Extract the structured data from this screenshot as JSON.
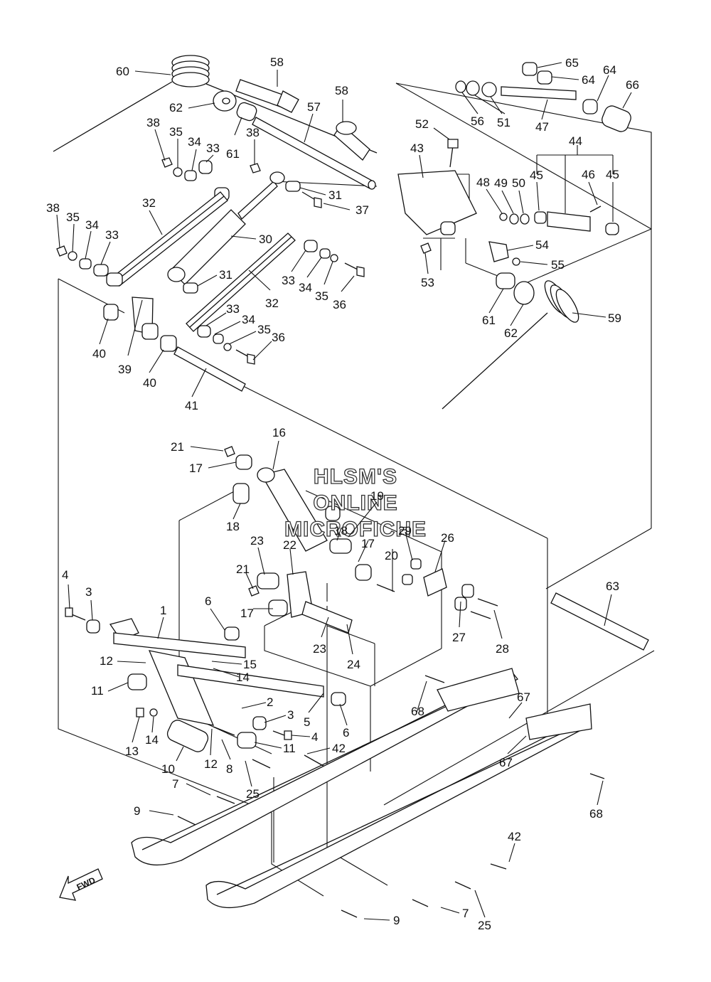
{
  "watermark": {
    "line1": "HLSM'S",
    "line2": "ONLINE",
    "line3": "MICROFICHE"
  },
  "fwd_label": "FWD",
  "callouts": [
    {
      "id": "c60",
      "text": "60"
    },
    {
      "id": "c58a",
      "text": "58"
    },
    {
      "id": "c58b",
      "text": "58"
    },
    {
      "id": "c62a",
      "text": "62"
    },
    {
      "id": "c57",
      "text": "57"
    },
    {
      "id": "c38a",
      "text": "38"
    },
    {
      "id": "c35a",
      "text": "35"
    },
    {
      "id": "c34a",
      "text": "34"
    },
    {
      "id": "c33a",
      "text": "33"
    },
    {
      "id": "c38b",
      "text": "38"
    },
    {
      "id": "c61a",
      "text": "61"
    },
    {
      "id": "c31a",
      "text": "31"
    },
    {
      "id": "c37",
      "text": "37"
    },
    {
      "id": "c32a",
      "text": "32"
    },
    {
      "id": "c38c",
      "text": "38"
    },
    {
      "id": "c35b",
      "text": "35"
    },
    {
      "id": "c34b",
      "text": "34"
    },
    {
      "id": "c33b",
      "text": "33"
    },
    {
      "id": "c30",
      "text": "30"
    },
    {
      "id": "c31b",
      "text": "31"
    },
    {
      "id": "c33c",
      "text": "33"
    },
    {
      "id": "c34c",
      "text": "34"
    },
    {
      "id": "c35c",
      "text": "35"
    },
    {
      "id": "c36a",
      "text": "36"
    },
    {
      "id": "c32b",
      "text": "32"
    },
    {
      "id": "c33d",
      "text": "33"
    },
    {
      "id": "c34d",
      "text": "34"
    },
    {
      "id": "c35d",
      "text": "35"
    },
    {
      "id": "c36b",
      "text": "36"
    },
    {
      "id": "c40a",
      "text": "40"
    },
    {
      "id": "c39",
      "text": "39"
    },
    {
      "id": "c40b",
      "text": "40"
    },
    {
      "id": "c41",
      "text": "41"
    },
    {
      "id": "c65",
      "text": "65"
    },
    {
      "id": "c64a",
      "text": "64"
    },
    {
      "id": "c64b",
      "text": "64"
    },
    {
      "id": "c66",
      "text": "66"
    },
    {
      "id": "c56",
      "text": "56"
    },
    {
      "id": "c51",
      "text": "51"
    },
    {
      "id": "c47",
      "text": "47"
    },
    {
      "id": "c52",
      "text": "52"
    },
    {
      "id": "c43",
      "text": "43"
    },
    {
      "id": "c44",
      "text": "44"
    },
    {
      "id": "c48",
      "text": "48"
    },
    {
      "id": "c49",
      "text": "49"
    },
    {
      "id": "c50",
      "text": "50"
    },
    {
      "id": "c45a",
      "text": "45"
    },
    {
      "id": "c46",
      "text": "46"
    },
    {
      "id": "c45b",
      "text": "45"
    },
    {
      "id": "c54",
      "text": "54"
    },
    {
      "id": "c55",
      "text": "55"
    },
    {
      "id": "c53",
      "text": "53"
    },
    {
      "id": "c61b",
      "text": "61"
    },
    {
      "id": "c62b",
      "text": "62"
    },
    {
      "id": "c59",
      "text": "59"
    },
    {
      "id": "c16",
      "text": "16"
    },
    {
      "id": "c21a",
      "text": "21"
    },
    {
      "id": "c17a",
      "text": "17"
    },
    {
      "id": "c18a",
      "text": "18"
    },
    {
      "id": "c19",
      "text": "19"
    },
    {
      "id": "c18b",
      "text": "18"
    },
    {
      "id": "c17b",
      "text": "17"
    },
    {
      "id": "c29",
      "text": "29"
    },
    {
      "id": "c26",
      "text": "26"
    },
    {
      "id": "c23a",
      "text": "23"
    },
    {
      "id": "c22",
      "text": "22"
    },
    {
      "id": "c20",
      "text": "20"
    },
    {
      "id": "c21b",
      "text": "21"
    },
    {
      "id": "c17c",
      "text": "17"
    },
    {
      "id": "c23b",
      "text": "23"
    },
    {
      "id": "c24",
      "text": "24"
    },
    {
      "id": "c27",
      "text": "27"
    },
    {
      "id": "c28",
      "text": "28"
    },
    {
      "id": "c63",
      "text": "63"
    },
    {
      "id": "c4a",
      "text": "4"
    },
    {
      "id": "c3a",
      "text": "3"
    },
    {
      "id": "c1",
      "text": "1"
    },
    {
      "id": "c6a",
      "text": "6"
    },
    {
      "id": "c12a",
      "text": "12"
    },
    {
      "id": "c15",
      "text": "15"
    },
    {
      "id": "c14a",
      "text": "14"
    },
    {
      "id": "c11a",
      "text": "11"
    },
    {
      "id": "c2",
      "text": "2"
    },
    {
      "id": "c5",
      "text": "5"
    },
    {
      "id": "c3b",
      "text": "3"
    },
    {
      "id": "c6b",
      "text": "6"
    },
    {
      "id": "c4b",
      "text": "4"
    },
    {
      "id": "c13",
      "text": "13"
    },
    {
      "id": "c14b",
      "text": "14"
    },
    {
      "id": "c12b",
      "text": "12"
    },
    {
      "id": "c8",
      "text": "8"
    },
    {
      "id": "c10",
      "text": "10"
    },
    {
      "id": "c11b",
      "text": "11"
    },
    {
      "id": "c42a",
      "text": "42"
    },
    {
      "id": "c25a",
      "text": "25"
    },
    {
      "id": "c7a",
      "text": "7"
    },
    {
      "id": "c9a",
      "text": "9"
    },
    {
      "id": "c68a",
      "text": "68"
    },
    {
      "id": "c67a",
      "text": "67"
    },
    {
      "id": "c67b",
      "text": "67"
    },
    {
      "id": "c68b",
      "text": "68"
    },
    {
      "id": "c42b",
      "text": "42"
    },
    {
      "id": "c7b",
      "text": "7"
    },
    {
      "id": "c25b",
      "text": "25"
    },
    {
      "id": "c9b",
      "text": "9"
    }
  ]
}
